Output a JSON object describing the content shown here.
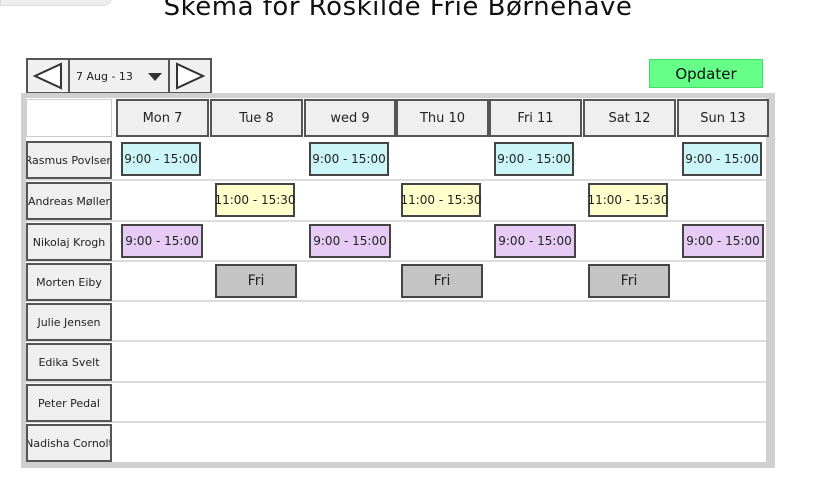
{
  "title": "Skema for Roskilde Frie Børnehave",
  "nav": {
    "date_range": "7 Aug - 13"
  },
  "update_button": "Opdater",
  "days": [
    "Mon 7",
    "Tue 8",
    "wed 9",
    "Thu 10",
    "Fri 11",
    "Sat 12",
    "Sun 13"
  ],
  "staff": [
    "Rasmus Povlsen",
    "Andreas Møller",
    "Nikolaj Krogh",
    "Morten Eiby",
    "Julie Jensen",
    "Edika Svelt",
    "Peter Pedal",
    "Nadisha Cornolt"
  ],
  "shifts": [
    {
      "staff": "Rasmus Povlsen",
      "day": "Mon 7",
      "label": "9:00 - 15:00",
      "color": "#ccf5f8"
    },
    {
      "staff": "Rasmus Povlsen",
      "day": "wed 9",
      "label": "9:00 - 15:00",
      "color": "#ccf5f8"
    },
    {
      "staff": "Rasmus Povlsen",
      "day": "Fri 11",
      "label": "9:00 - 15:00",
      "color": "#ccf5f8"
    },
    {
      "staff": "Rasmus Povlsen",
      "day": "Sun 13",
      "label": "9:00 - 15:00",
      "color": "#ccf5f8"
    },
    {
      "staff": "Andreas Møller",
      "day": "Tue 8",
      "label": "11:00 - 15:30",
      "color": "#ffffcc"
    },
    {
      "staff": "Andreas Møller",
      "day": "Thu 10",
      "label": "11:00 - 15:30",
      "color": "#ffffcc"
    },
    {
      "staff": "Andreas Møller",
      "day": "Sat 12",
      "label": "11:00 - 15:30",
      "color": "#ffffcc"
    },
    {
      "staff": "Nikolaj Krogh",
      "day": "Mon 7",
      "label": "9:00 - 15:00",
      "color": "#e6ccf5"
    },
    {
      "staff": "Nikolaj Krogh",
      "day": "wed 9",
      "label": "9:00 - 15:00",
      "color": "#e6ccf5"
    },
    {
      "staff": "Nikolaj Krogh",
      "day": "Fri 11",
      "label": "9:00 - 15:00",
      "color": "#e6ccf5"
    },
    {
      "staff": "Nikolaj Krogh",
      "day": "Sun 13",
      "label": "9:00 - 15:00",
      "color": "#e6ccf5"
    },
    {
      "staff": "Morten Eiby",
      "day": "Tue 8",
      "label": "Fri",
      "color": "#c4c4c4"
    },
    {
      "staff": "Morten Eiby",
      "day": "Thu 10",
      "label": "Fri",
      "color": "#c4c4c4"
    },
    {
      "staff": "Morten Eiby",
      "day": "Sat 12",
      "label": "Fri",
      "color": "#c4c4c4"
    }
  ],
  "colors": {
    "update_button": "#66ff88",
    "shift_cyan": "#ccf5f8",
    "shift_yellow": "#ffffcc",
    "shift_purple": "#e6ccf5",
    "day_off": "#c4c4c4"
  },
  "icons": {
    "prev": "triangle-left-icon",
    "next": "triangle-right-icon",
    "dropdown": "caret-down-icon"
  }
}
